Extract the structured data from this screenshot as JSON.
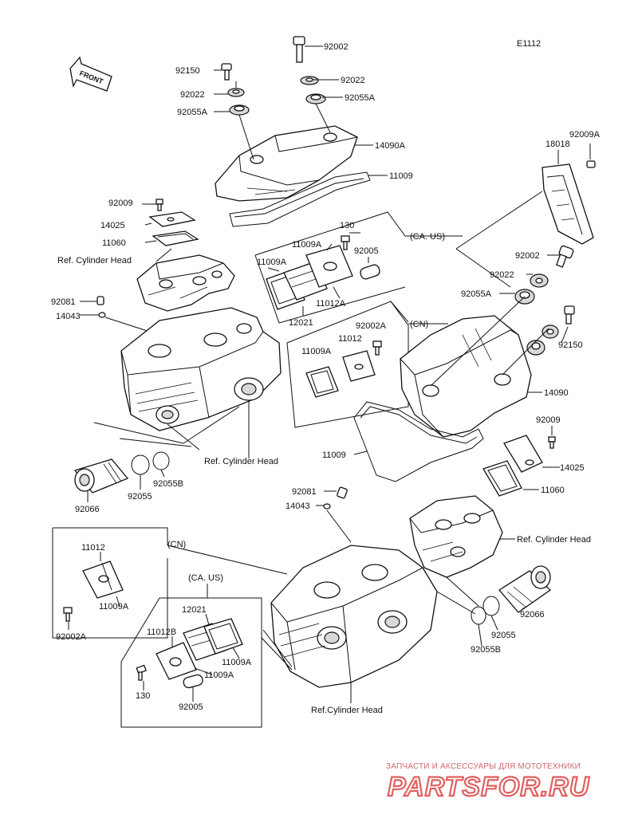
{
  "diagram_code": "E1112",
  "front_label": "FRONT",
  "watermark": {
    "line1": "ЗАПЧАСТИ И АКСЕССУАРЫ ДЛЯ МОТОТЕХНИКИ",
    "line2": "PARTSFOR.RU"
  },
  "labels": {
    "p92002_top": "92002",
    "p92150_top": "92150",
    "p92022_top_r": "92022",
    "p92022_top_l": "92022",
    "p92055A_top_r": "92055A",
    "p92055A_top_l": "92055A",
    "p14090A": "14090A",
    "p11009_top": "11009",
    "p92009A": "92009A",
    "p18018": "18018",
    "p92009_top": "92009",
    "p14025_top": "14025",
    "p130_top": "130",
    "ca_us_top": "(CA. US)",
    "p11060_top": "11060",
    "p11009A_1": "11009A",
    "p92005_top": "92005",
    "ref_head_1": "Ref. Cylinder Head",
    "p11009A_2": "11009A",
    "p92002_right": "92002",
    "p92022_right": "92022",
    "p11012A": "11012A",
    "p92055A_right": "92055A",
    "p92081_top": "92081",
    "p14043_top": "14043",
    "p12021_top": "12021",
    "p92002A_top": "92002A",
    "cn_top": "(CN)",
    "p11012_top": "11012",
    "p92150_right": "92150",
    "p11009A_cn": "11009A",
    "p14090": "14090",
    "p92009_right": "92009",
    "p11009_mid": "11009",
    "ref_head_2": "Ref. Cylinder Head",
    "p14025_right": "14025",
    "p92055_left": "92055",
    "p92055B_left": "92055B",
    "p92066_left": "92066",
    "p92081_mid": "92081",
    "p11060_right": "11060",
    "p14043_mid": "14043",
    "ref_head_3": "Ref. Cylinder Head",
    "p11012_cn": "11012",
    "cn_bottom": "(CN)",
    "p11009A_cnb": "11009A",
    "p92002A_bottom": "92002A",
    "ca_us_bottom": "(CA. US)",
    "p12021_bottom": "12021",
    "p11012B": "11012B",
    "p11009A_b1": "11009A",
    "p11009A_b2": "11009A",
    "p130_bottom": "130",
    "p92005_bottom": "92005",
    "p92066_right": "92066",
    "p92055_right": "92055",
    "p92055B_right": "92055B",
    "ref_head_4": "Ref.Cylinder Head"
  }
}
